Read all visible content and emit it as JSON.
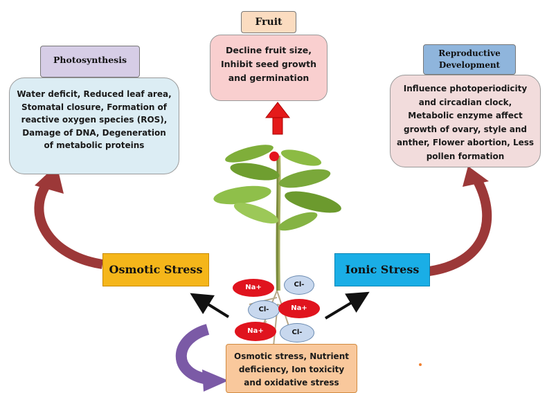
{
  "fruit": {
    "label": "Fruit",
    "text": "Decline fruit size, Inhibit seed growth and germination"
  },
  "photosynthesis": {
    "label": "Photosynthesis",
    "text": "Water deficit, Reduced leaf area, Stomatal closure, Formation of reactive oxygen species (ROS), Damage of DNA, Degeneration of metabolic proteins"
  },
  "reproductive": {
    "label_line1": "Reproductive",
    "label_line2": "Development",
    "text": "Influence photoperiodicity and circadian clock, Metabolic enzyme affect growth of ovary, style and anther, Flower abortion, Less pollen formation"
  },
  "osmotic": {
    "label": "Osmotic Stress"
  },
  "ionic": {
    "label": "Ionic Stress"
  },
  "root_effects": {
    "text": "Osmotic stress, Nutrient deficiency, Ion toxicity and oxidative stress"
  },
  "ions": {
    "na1": "Na+",
    "na2": "Na+",
    "na3": "Na+",
    "cl1": "Cl-",
    "cl2": "Cl-",
    "cl3": "Cl-"
  },
  "colors": {
    "fruit_box": "#f9cfcf",
    "fruit_tab": "#fbdcc0",
    "photo_box": "#dcedf4",
    "photo_tab": "#d6cde6",
    "repro_box": "#f2dcdc",
    "repro_tab": "#8fb5dc",
    "osmotic_box": "#f5b61a",
    "ionic_box": "#1aaee6",
    "root_box": "#f9c89c",
    "na_ion": "#e0141e",
    "cl_ion": "#c8d8ee",
    "curved_arrow": "#9c3838",
    "purple_arrow": "#7b5aa6",
    "up_arrow": "#e41a1a"
  }
}
